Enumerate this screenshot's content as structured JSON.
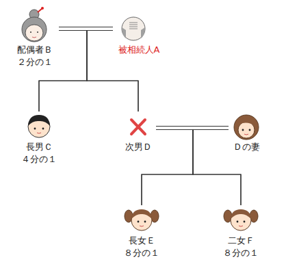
{
  "diagram": {
    "nodes": [
      {
        "text": [
          "配偶者Ｂ",
          "２分の１"
        ]
      },
      {
        "text": [
          "被相続人A"
        ]
      },
      {
        "text": [
          "長男Ｃ",
          "４分の１"
        ]
      },
      {
        "text": [
          "次男Ｄ"
        ]
      },
      {
        "text": [
          "Ｄの妻"
        ]
      },
      {
        "text": [
          "長女Ｅ",
          "８分の１"
        ]
      },
      {
        "text": [
          "二女Ｆ",
          "８分の１"
        ]
      }
    ],
    "edges": [
      {
        "from": 0,
        "to": 1,
        "arrow": "none"
      },
      {
        "from": 0,
        "to": 2,
        "arrow": "none"
      },
      {
        "from": 1,
        "to": 2,
        "arrow": "none"
      },
      {
        "from": 0,
        "to": 3,
        "arrow": "none"
      },
      {
        "from": 1,
        "to": 3,
        "arrow": "none"
      },
      {
        "from": 3,
        "to": 4,
        "arrow": "none"
      },
      {
        "from": 3,
        "to": 5,
        "arrow": "none"
      },
      {
        "from": 4,
        "to": 5,
        "arrow": "none"
      },
      {
        "from": 3,
        "to": 6,
        "arrow": "none"
      },
      {
        "from": 4,
        "to": 6,
        "arrow": "none"
      }
    ]
  }
}
